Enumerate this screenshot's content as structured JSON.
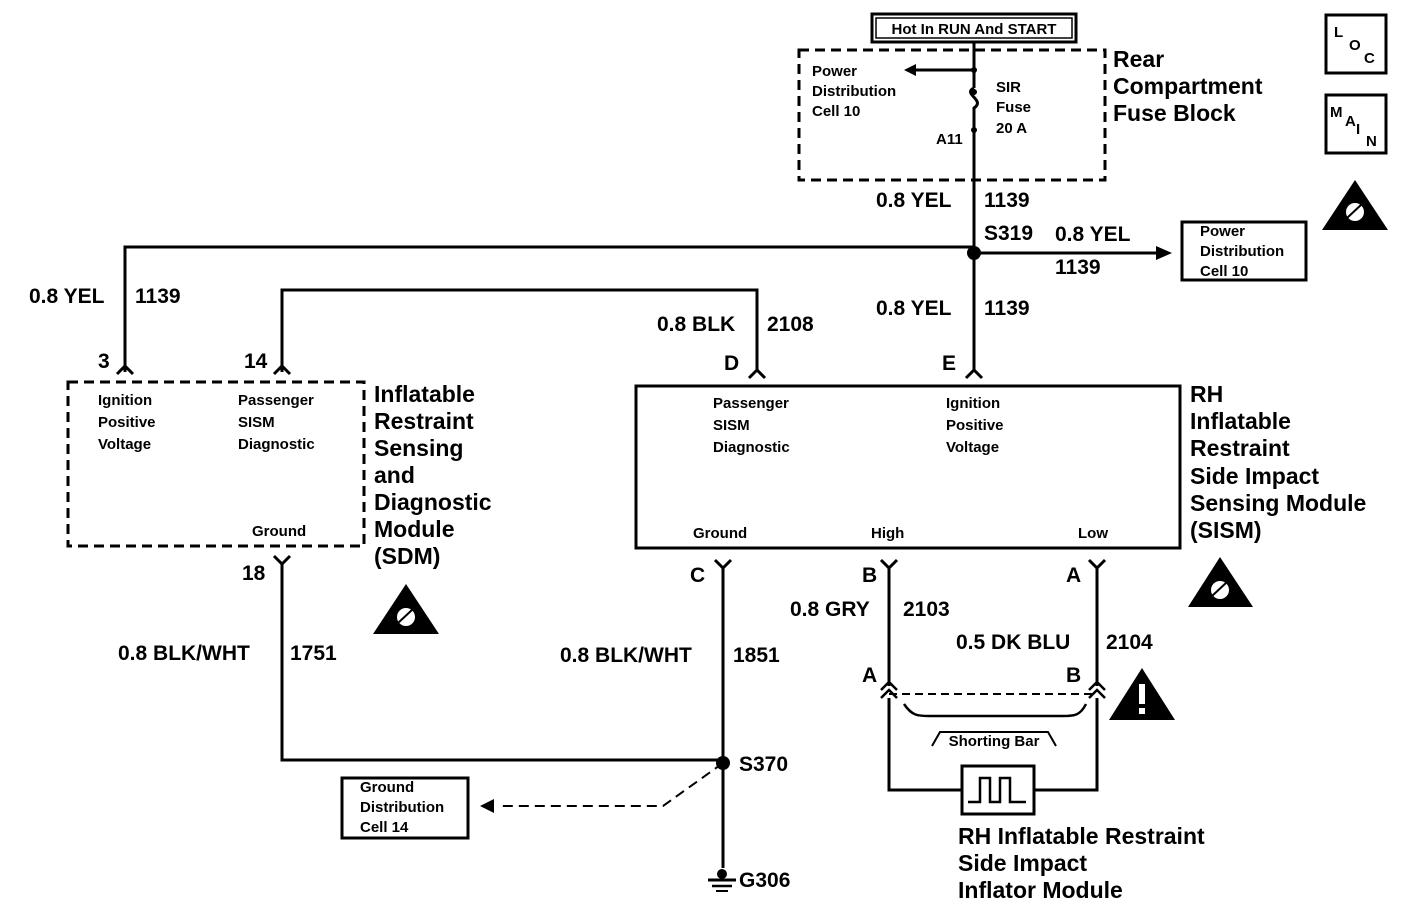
{
  "header_box": "Hot In RUN And START",
  "side_icons": {
    "loc": [
      "L",
      "O",
      "C"
    ],
    "main": [
      "M",
      "A",
      "I",
      "N"
    ]
  },
  "fuse_block": {
    "name_lines": [
      "Rear",
      "Compartment",
      "Fuse Block"
    ],
    "power_dist_lines": [
      "Power",
      "Distribution",
      "Cell 10"
    ],
    "fuse_lines": [
      "SIR",
      "Fuse",
      "20 A"
    ],
    "terminal": "A11"
  },
  "wires": {
    "top_color": "0.8 YEL",
    "top_circuit": "1139",
    "splice_s319": "S319",
    "right_color": "0.8 YEL",
    "right_circuit": "1139",
    "left_color": "0.8 YEL",
    "left_circuit": "1139",
    "mid_color": "0.8 YEL",
    "mid_circuit": "1139",
    "blk_color": "0.8 BLK",
    "blk_circuit": "2108",
    "sdm_gnd_color": "0.8 BLK/WHT",
    "sdm_gnd_circuit": "1751",
    "sism_gnd_color": "0.8 BLK/WHT",
    "sism_gnd_circuit": "1851",
    "gry_color": "0.8 GRY",
    "gry_circuit": "2103",
    "dkblu_color": "0.5 DK BLU",
    "dkblu_circuit": "2104",
    "splice_s370": "S370",
    "ground_g306": "G306"
  },
  "power_dist_box_lines": [
    "Power",
    "Distribution",
    "Cell 10"
  ],
  "ground_dist_box_lines": [
    "Ground",
    "Distribution",
    "Cell 14"
  ],
  "sdm": {
    "name_lines": [
      "Inflatable",
      "Restraint",
      "Sensing",
      "and",
      "Diagnostic",
      "Module",
      "(SDM)"
    ],
    "pin_ign": "3",
    "pin_diag": "14",
    "pin_gnd": "18",
    "ign_lines": [
      "Ignition",
      "Positive",
      "Voltage"
    ],
    "diag_lines": [
      "Passenger",
      "SISM",
      "Diagnostic"
    ],
    "gnd_label": "Ground"
  },
  "sism": {
    "name_lines": [
      "RH",
      "Inflatable",
      "Restraint",
      "Side Impact",
      "Sensing Module",
      "(SISM)"
    ],
    "pin_d": "D",
    "pin_e": "E",
    "pin_c": "C",
    "pin_b": "B",
    "pin_a": "A",
    "diag_lines": [
      "Passenger",
      "SISM",
      "Diagnostic"
    ],
    "ign_lines": [
      "Ignition",
      "Positive",
      "Voltage"
    ],
    "gnd_label": "Ground",
    "high_label": "High",
    "low_label": "Low"
  },
  "inflator": {
    "pin_a": "A",
    "pin_b": "B",
    "shorting_bar": "Shorting Bar",
    "name_lines": [
      "RH Inflatable Restraint",
      "Side Impact",
      "Inflator Module"
    ]
  }
}
